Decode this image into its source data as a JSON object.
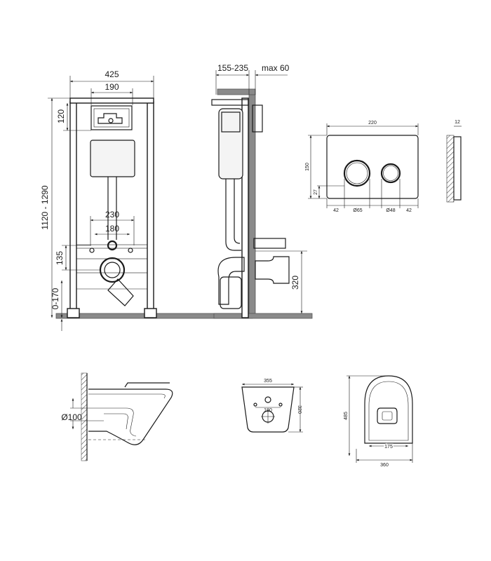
{
  "front_view": {
    "width_total": "425",
    "width_inner": "190",
    "height_range": "1120 - 1290",
    "top_offset": "120",
    "anchor_spacing_outer": "230",
    "anchor_spacing_inner": "180",
    "drain_offset": "135",
    "foot_range": "0-170"
  },
  "side_view": {
    "depth_range": "155-235",
    "wall_max": "max 60",
    "drain_height": "320"
  },
  "flush_plate": {
    "width": "220",
    "height": "150",
    "thickness": "12",
    "button_offset": "27",
    "margin_left": "42",
    "margin_right": "42",
    "large_button": "Ø65",
    "small_button": "Ø48"
  },
  "bowl_side": {
    "pipe_diameter": "Ø100"
  },
  "bowl_rear": {
    "width": "355",
    "depth": "320",
    "hole_spacing": "180"
  },
  "bowl_top": {
    "length": "485",
    "inner_width": "175",
    "width": "360"
  }
}
